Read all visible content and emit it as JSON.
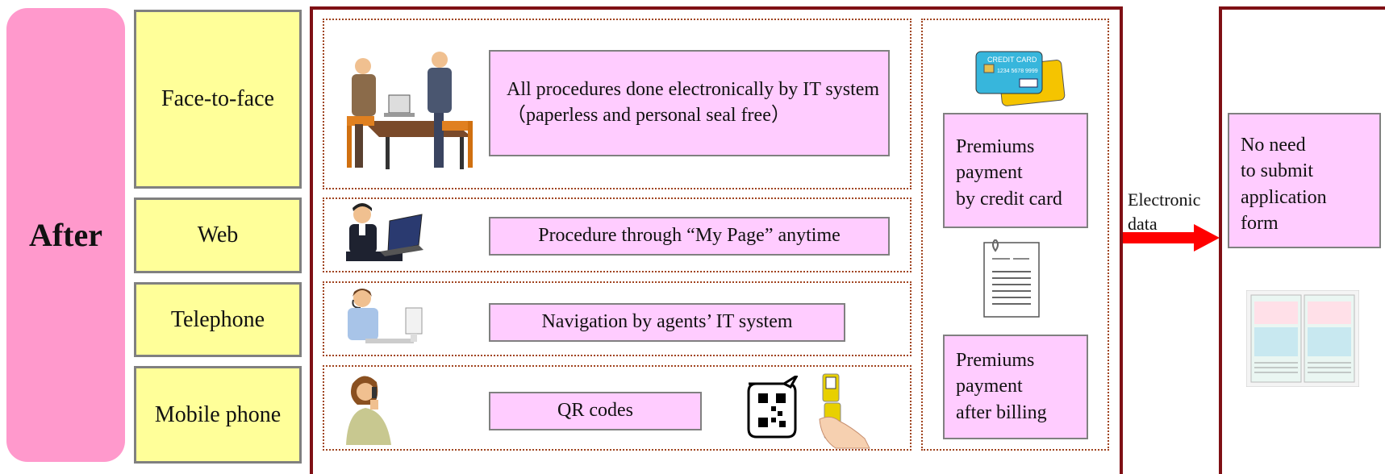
{
  "side_label": "After",
  "channels": [
    "Face-to-face",
    "Web",
    "Telephone",
    "Mobile phone"
  ],
  "procedures": {
    "electronic": "All procedures done electronically by IT system（paperless and personal seal free）",
    "my_page": "Procedure through “My Page” anytime",
    "navigation": "Navigation by agents’ IT system",
    "qr": "QR codes"
  },
  "payment": {
    "card_line1": "Premiums",
    "card_line2": "payment",
    "card_line3": "by credit card",
    "billing_line1": "Premiums",
    "billing_line2": "payment",
    "billing_line3": "after billing",
    "credit_card_text": "CREDIT CARD",
    "card_number": "1234  5678  9999"
  },
  "arrow": {
    "line1": "Electronic",
    "line2": "data"
  },
  "result": {
    "line1": "No need",
    "line2": "to submit",
    "line3": "application",
    "line4": "form"
  },
  "colors": {
    "side_pink": "#ff99cc",
    "channel_yellow": "#ffff99",
    "box_pink": "#ffccff",
    "frame_maroon": "#7f1015",
    "arrow_red": "#ff0000"
  }
}
